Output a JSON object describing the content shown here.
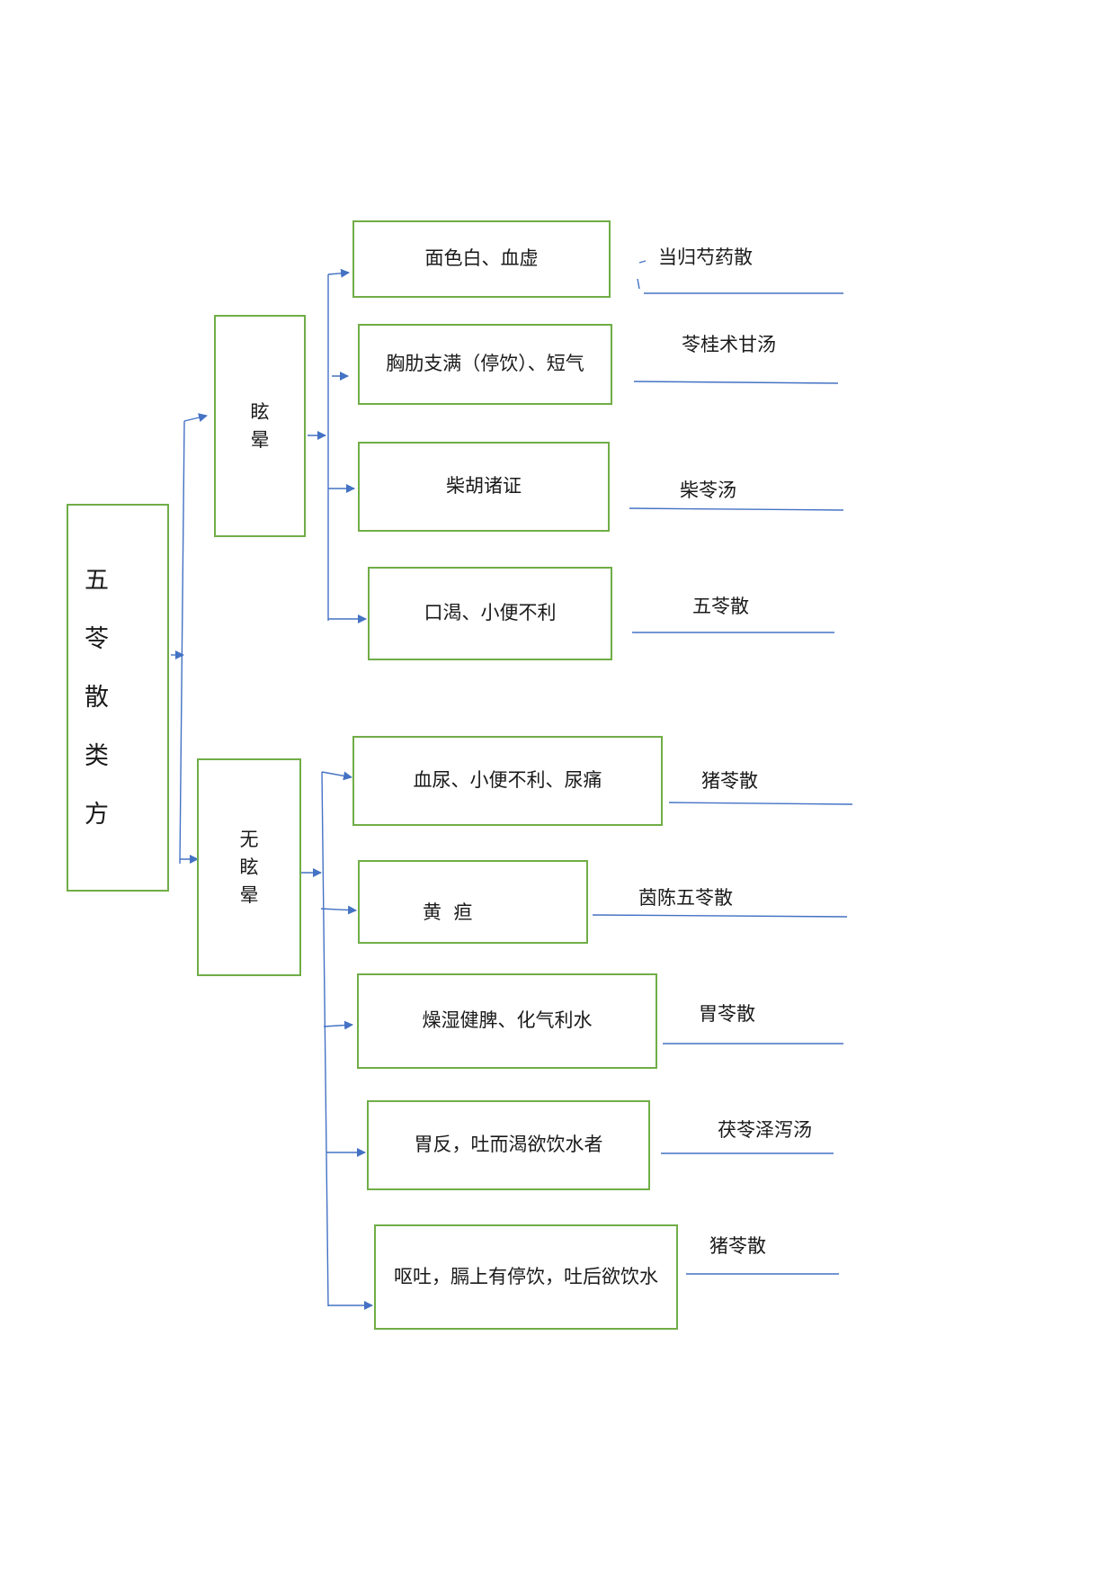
{
  "root": {
    "chars": [
      "五",
      "苓",
      "散",
      "类",
      "方"
    ]
  },
  "branches": [
    {
      "label_chars": [
        "眩",
        "晕"
      ],
      "items": [
        {
          "symptom": "面色白、血虚",
          "remedy": "当归芍药散"
        },
        {
          "symptom": "胸肋支满（停饮）、短气",
          "remedy": "苓桂术甘汤"
        },
        {
          "symptom": "柴胡诸证",
          "remedy": "柴苓汤"
        },
        {
          "symptom": "口渴、小便不利",
          "remedy": "五苓散"
        }
      ]
    },
    {
      "label_chars": [
        "无",
        "眩",
        "晕"
      ],
      "items": [
        {
          "symptom": "血尿、小便不利、尿痛",
          "remedy": "猪苓散"
        },
        {
          "symptom": "黄  疸",
          "remedy": "茵陈五苓散"
        },
        {
          "symptom": "燥湿健脾、化气利水",
          "remedy": "胃苓散"
        },
        {
          "symptom": "胃反，吐而渴欲饮水者",
          "remedy": "茯苓泽泻汤"
        },
        {
          "symptom": "呕吐，膈上有停饮，吐后欲饮水",
          "remedy": "猪苓散"
        }
      ]
    }
  ],
  "colors": {
    "box_border": "#70ad47",
    "connector": "#4472c4"
  }
}
